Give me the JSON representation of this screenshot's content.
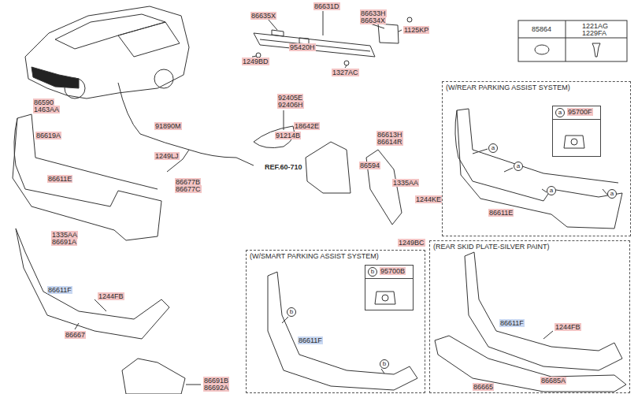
{
  "diagram": {
    "nodes": [
      {
        "text": [
          "(W/REAR PARKING ASSIST SYSTEM)"
        ]
      },
      {
        "text": [
          "a",
          "95700F"
        ],
        "in": 0
      },
      {
        "text": [
          "(W/SMART PARKING ASSIST SYSTEM)"
        ]
      },
      {
        "text": [
          "b",
          "95700B"
        ],
        "in": 2
      },
      {
        "text": [
          "(REAR SKID PLATE-SILVER PAINT)"
        ]
      }
    ],
    "labels": [
      "86635X",
      "86631D",
      "86633H",
      "86634X",
      "1125KP",
      "95420H",
      "1249BD",
      "1327AC",
      "85864",
      "1221AG",
      "1229FA",
      "86590",
      "1463AA",
      "86619A",
      "86611E",
      "91890M",
      "1249LJ",
      "86677B",
      "86677C",
      "92405E",
      "92406H",
      "18642E",
      "91214B",
      "REF.60-710",
      "86613H",
      "86614R",
      "86594",
      "1335AA",
      "1244KE",
      "1249BC",
      "86611E",
      "a",
      "a",
      "a",
      "a",
      "1335AA",
      "86691A",
      "86611F",
      "1244FB",
      "86667",
      "86691B",
      "86692A",
      "86611F",
      "b",
      "b",
      "86611F",
      "1244FB",
      "86685A",
      "86665"
    ]
  }
}
